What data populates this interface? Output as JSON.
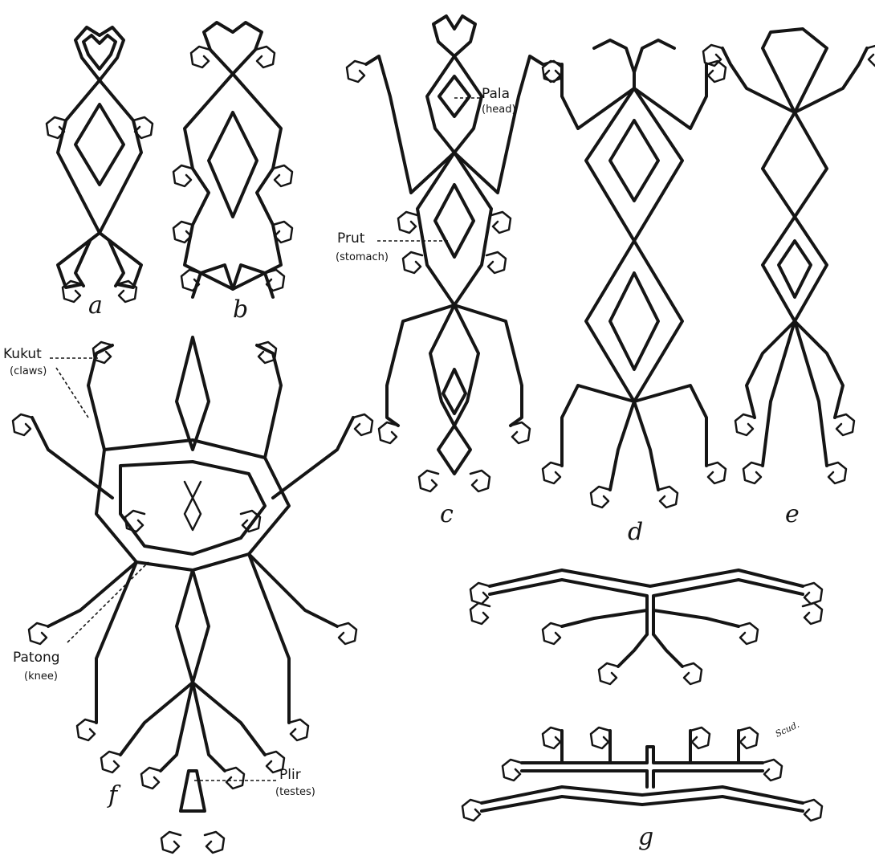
{
  "figures": [
    {
      "id": "a",
      "letter": "a"
    },
    {
      "id": "b",
      "letter": "b"
    },
    {
      "id": "c",
      "letter": "c"
    },
    {
      "id": "d",
      "letter": "d"
    },
    {
      "id": "e",
      "letter": "e"
    },
    {
      "id": "f",
      "letter": "f"
    },
    {
      "id": "g",
      "letter": "g"
    }
  ],
  "annotations": {
    "pala": {
      "term": "Pala",
      "gloss": "(head)"
    },
    "prut": {
      "term": "Prut",
      "gloss": "(stomach)"
    },
    "kukut": {
      "term": "Kukut",
      "gloss": "(claws)"
    },
    "patong": {
      "term": "Patong",
      "gloss": "(knee)"
    },
    "plir": {
      "term": "Plir",
      "gloss": "(testes)"
    }
  },
  "artist_signature": "Scud."
}
